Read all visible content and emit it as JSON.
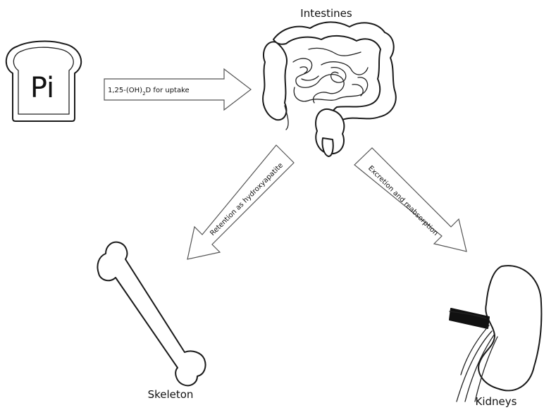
{
  "nodes": {
    "pi_label": "Pi",
    "intestines_label": "Intestines",
    "skeleton_label": "Skeleton",
    "kidneys_label": "Kidneys"
  },
  "arrows": {
    "uptake_prefix": "1,25-(OH)",
    "uptake_sub": "2",
    "uptake_suffix": "D for uptake",
    "retention": "Retention as hydroxyapatite",
    "excretion": "Excretion and reabsorption"
  },
  "colors": {
    "outline": "#1a1a1a",
    "arrow_stroke": "#555555",
    "background": "#ffffff"
  }
}
